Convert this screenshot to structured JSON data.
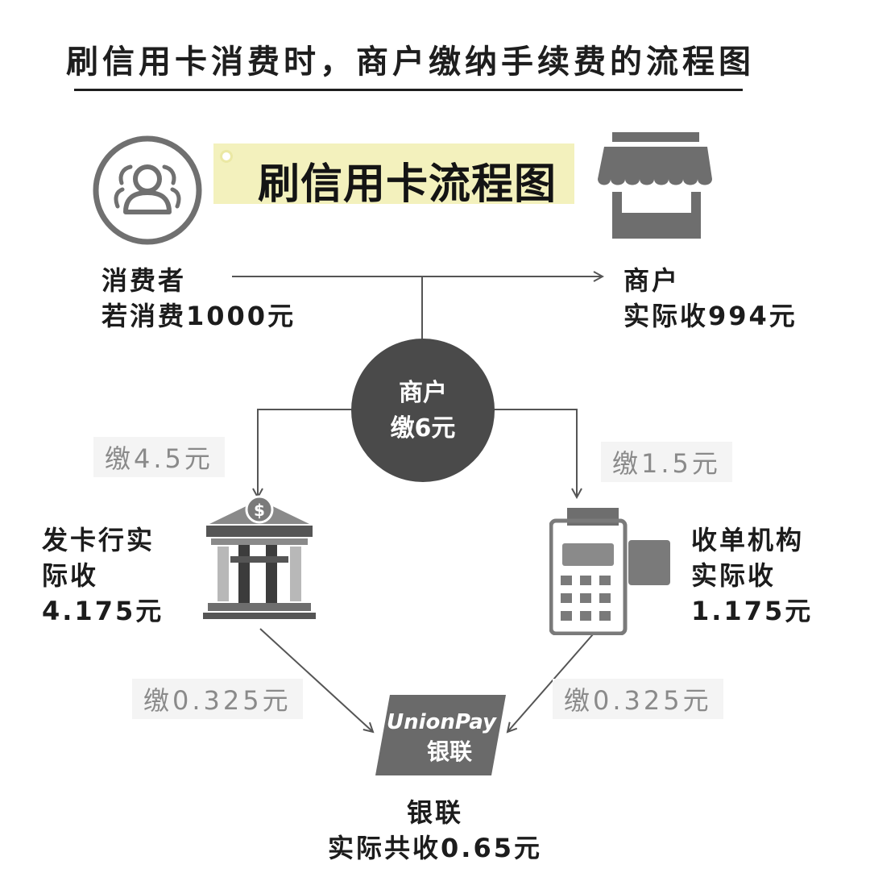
{
  "title": "刷信用卡消费时，商户缴纳手续费的流程图",
  "banner": "刷信用卡流程图",
  "consumer": {
    "line1": "消费者",
    "line2": "若消费1000元"
  },
  "merchant": {
    "line1": "商户",
    "line2": "实际收994元"
  },
  "center": {
    "line1": "商户",
    "line2": "缴6元"
  },
  "issuer_fee": "缴4.5元",
  "acquirer_fee": "缴1.5元",
  "issuer": {
    "line1": "发卡行实",
    "line2": "际收",
    "line3": "4.175元"
  },
  "acquirer": {
    "line1": "收单机构",
    "line2": "实际收",
    "line3": "1.175元"
  },
  "issuer_to_unionpay_fee": "缴0.325元",
  "acquirer_to_unionpay_fee": "缴0.325元",
  "unionpay_logo": {
    "line1": "UnionPay",
    "line2": "银联"
  },
  "unionpay": {
    "line1": "银联",
    "line2": "实际共收0.65元"
  },
  "colors": {
    "icon_gray": "#6e6e6e",
    "banner_bg": "#f3f1bd",
    "circle": "#4a4a4a",
    "fee_text": "#8a8a8a"
  }
}
